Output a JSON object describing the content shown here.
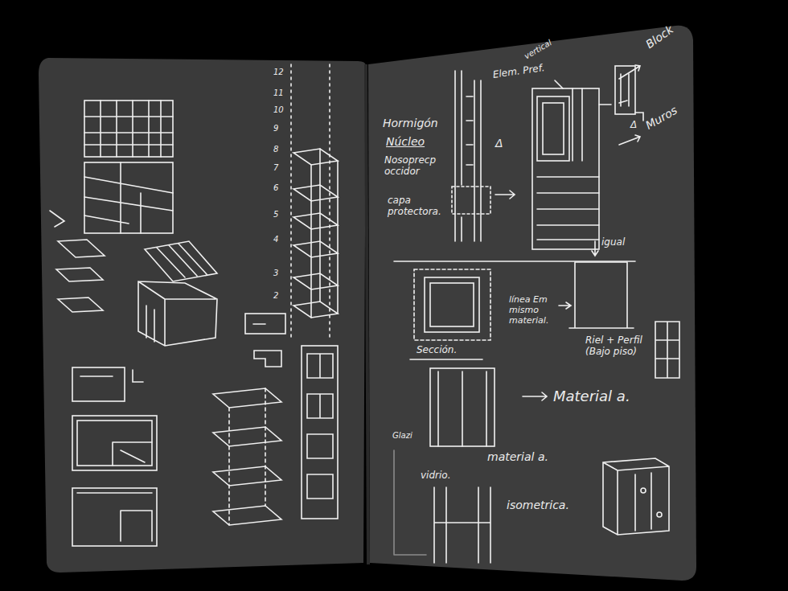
{
  "diagram": {
    "labels": [
      "12",
      "11",
      "10",
      "9",
      "8",
      "7",
      "6",
      "5",
      "4",
      "3",
      "2",
      "Hormigón",
      "Núcleo",
      "Nosoprecp occidor",
      "capa protectora.",
      "Elem. Pref.",
      "vertical",
      "Block",
      "Δ",
      "Δ",
      "Muros",
      "igual",
      "línea Em mismo material.",
      "Sección.",
      "Riel + Perfil (Bajo piso)",
      "Material a.",
      "Glazi",
      "vidrio.",
      "material a.",
      "isometrica."
    ]
  }
}
